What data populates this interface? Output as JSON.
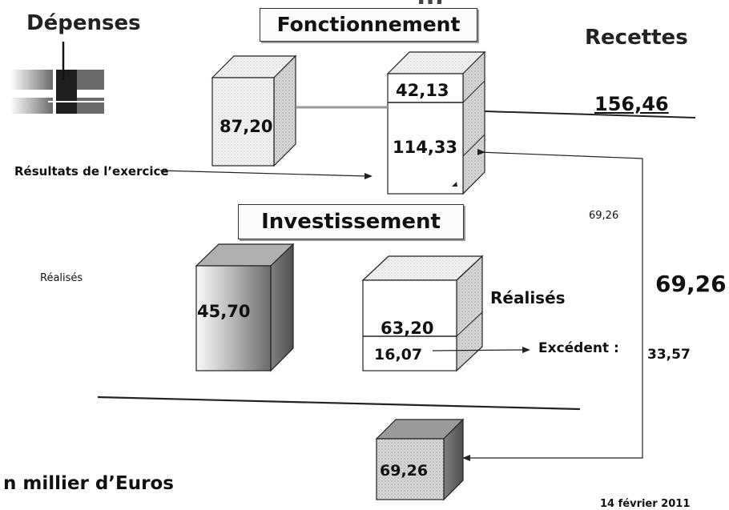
{
  "title_fragment": "...",
  "headers": {
    "depenses": "Dépenses",
    "recettes": "Recettes",
    "fonctionnement": "Fonctionnement",
    "investissement": "Investissement"
  },
  "fonctionnement": {
    "depenses_value": "87,20",
    "recettes_top_value": "42,13",
    "recettes_bottom_value": "114,33",
    "recettes_total": "156,46",
    "resultats_label": "Résultats de l’exercice"
  },
  "investissement": {
    "depenses_label": "Réalisés",
    "depenses_value": "45,70",
    "recettes_label": "Réalisés",
    "recettes_top_value": "63,20",
    "recettes_bottom_value": "16,07",
    "excedent_label": "Excédent :",
    "excedent_value": "33,57",
    "transfer_value_small": "69,26",
    "transfer_value_large": "69,26"
  },
  "result_box_value": "69,26",
  "unit_label": "n millier d’Euros",
  "date_label": "14 février 2011",
  "colors": {
    "cube_light": "#e8e8e8",
    "cube_dark": "#6e6e6e",
    "line": "#222222"
  }
}
